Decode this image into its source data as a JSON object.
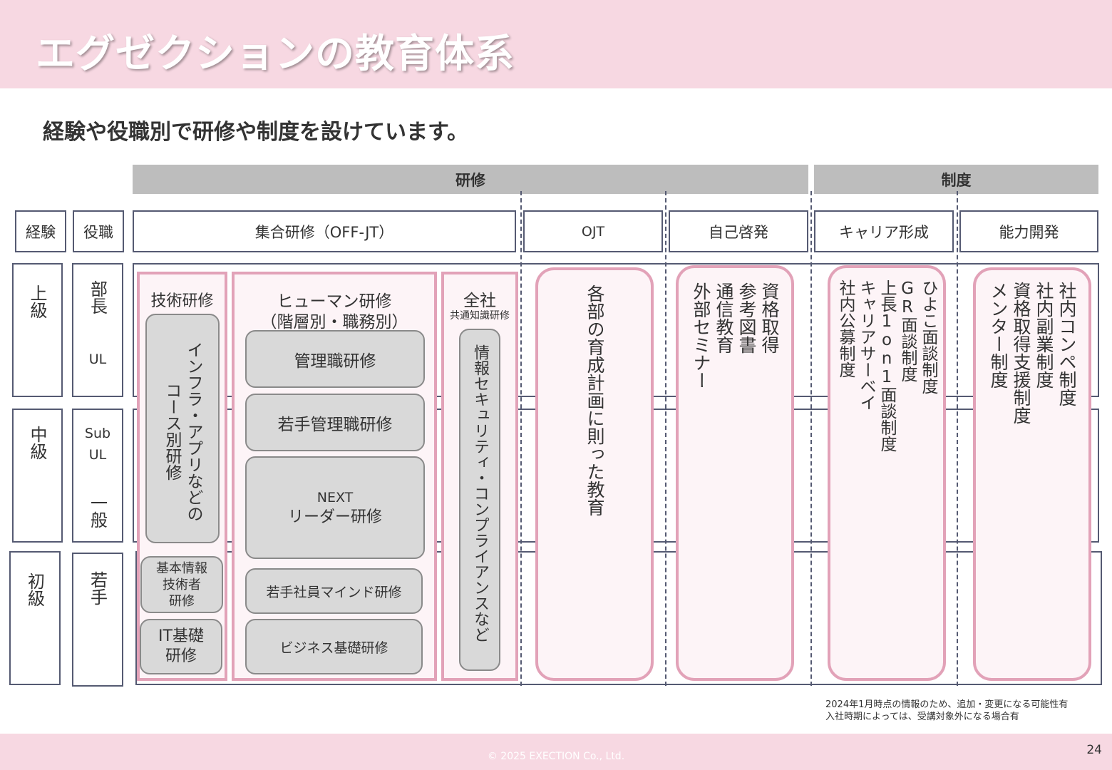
{
  "header": {
    "title": "エグゼクションの教育体系"
  },
  "subtitle": "経験や役職別で研修や制度を設けています。",
  "groups": {
    "kenshu": "研修",
    "seido": "制度"
  },
  "categories": {
    "keiken": "経験",
    "yakushoku": "役職",
    "shugo": "集合研修（OFF-JT）",
    "ojt": "OJT",
    "jiko": "自己啓発",
    "career": "キャリア形成",
    "noryoku": "能力開発"
  },
  "levels": {
    "jokyu": "上級",
    "chukyu": "中級",
    "shokyu": "初級"
  },
  "roles": {
    "bucho": "部長",
    "ul": "UL",
    "subul_1": "Sub",
    "subul_2": "UL",
    "ippan": "一般",
    "wakate": "若手"
  },
  "gijutsu": {
    "header": "技術研修",
    "infra": "インフラ・アプリなどのコース別研修",
    "kihon_1": "基本情報",
    "kihon_2": "技術者",
    "kihon_3": "研修",
    "it_1": "IT基礎",
    "it_2": "研修"
  },
  "human": {
    "header_1": "ヒューマン研修",
    "header_2": "（階層別・職務別）",
    "kanri": "管理職研修",
    "wakate_kanri": "若手管理職研修",
    "next_1": "NEXT",
    "next_2": "リーダー研修",
    "mind": "若手社員マインド研修",
    "business": "ビジネス基礎研修"
  },
  "zensha": {
    "header": "全社",
    "sub": "共通知識研修",
    "security": "情報セキュリティ・コンプライアンスなど"
  },
  "ojt_text": "各部の育成計画に則った教育",
  "jiko_items": [
    "資格取得",
    "参考図書",
    "通信教育",
    "外部セミナー"
  ],
  "career_items": [
    "ひよこ面談制度",
    "GR面談制度",
    "上長1on1面談制度",
    "キャリアサーベイ",
    "社内公募制度"
  ],
  "noryoku_items": [
    "社内コンペ制度",
    "社内副業制度",
    "資格取得支援制度",
    "メンター制度"
  ],
  "note": {
    "line1": "2024年1月時点の情報のため、追加・変更になる可能性有",
    "line2": "入社時期によっては、受講対象外になる場合有"
  },
  "footer": {
    "copyright": "© 2025 EXECTION Co., Ltd.",
    "page": "24"
  }
}
